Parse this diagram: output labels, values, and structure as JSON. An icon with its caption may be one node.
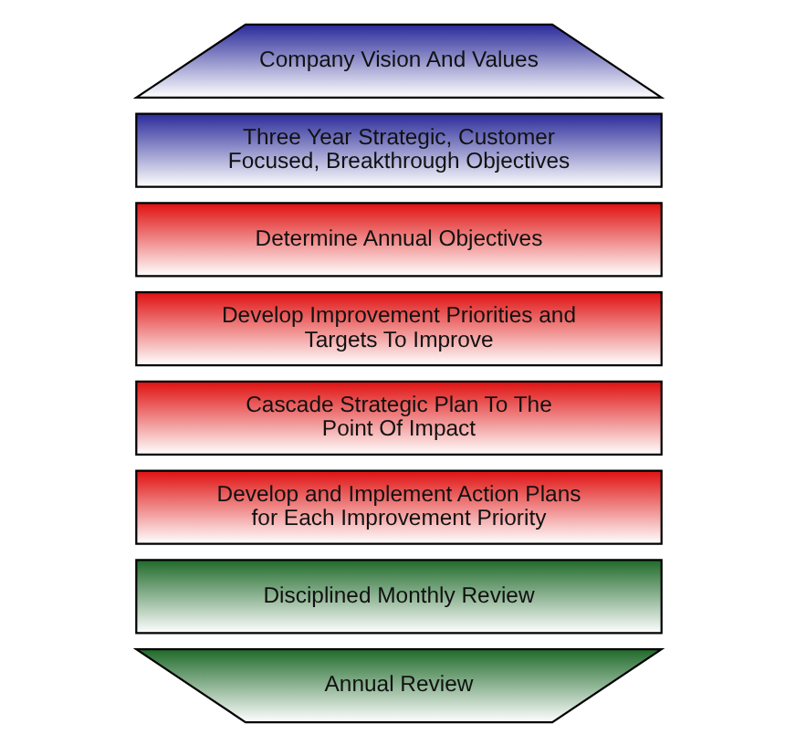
{
  "diagram": {
    "nodes": [
      {
        "text": [
          "Company Vision And Values"
        ]
      },
      {
        "text": [
          "Three Year Strategic, Customer Focused, Breakthrough Objectives"
        ]
      },
      {
        "text": [
          "Determine Annual Objectives"
        ]
      },
      {
        "text": [
          "Develop Improvement Priorities and Targets To Improve"
        ]
      },
      {
        "text": [
          "Cascade Strategic Plan To The Point Of Impact"
        ]
      },
      {
        "text": [
          "Develop and Implement Action Plans for Each Improvement Priority"
        ]
      },
      {
        "text": [
          "Disciplined Monthly Review"
        ]
      },
      {
        "text": [
          "Annual Review"
        ]
      }
    ],
    "edges": []
  }
}
